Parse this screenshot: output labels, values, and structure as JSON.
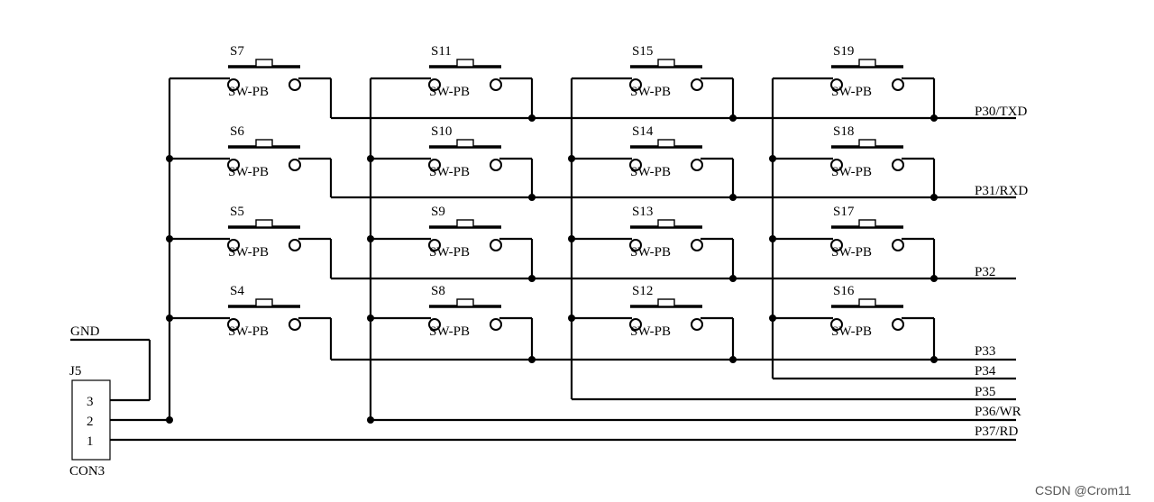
{
  "schematic": {
    "switch_type": "SW-PB",
    "switches": [
      [
        "S7",
        "S11",
        "S15",
        "S19"
      ],
      [
        "S6",
        "S10",
        "S14",
        "S18"
      ],
      [
        "S5",
        "S9",
        "S13",
        "S17"
      ],
      [
        "S4",
        "S8",
        "S12",
        "S16"
      ]
    ],
    "row_nets": [
      "P30/TXD",
      "P31/RXD",
      "P32",
      "P33"
    ],
    "col_nets": [
      "P34",
      "P35",
      "P36/WR",
      "P37/RD"
    ],
    "connector": {
      "ref": "J5",
      "value": "CON3",
      "pins": [
        "3",
        "2",
        "1"
      ],
      "gnd_label": "GND"
    }
  },
  "watermark": "CSDN @Crom11"
}
